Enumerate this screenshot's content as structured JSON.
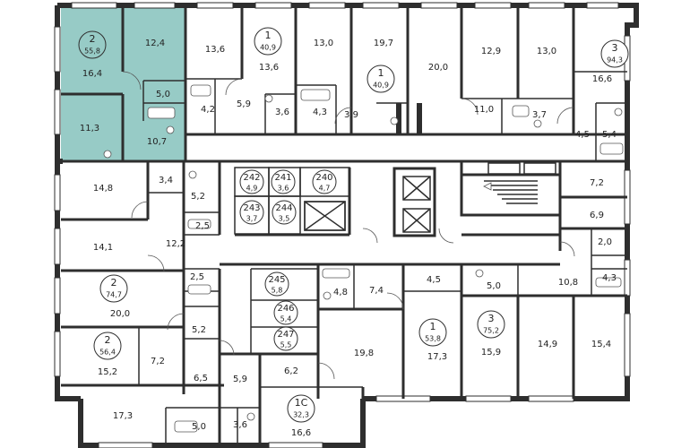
{
  "plan": {
    "highlight_color": "#97cbc6",
    "apartments": [
      {
        "id": "apt-2-top-left",
        "rooms": "2",
        "area": "55,8",
        "highlighted": true
      },
      {
        "id": "apt-1-top-a",
        "rooms": "1",
        "area": "40,9"
      },
      {
        "id": "apt-1-top-b",
        "rooms": "1",
        "area": "40,9"
      },
      {
        "id": "apt-3-top-right",
        "rooms": "3",
        "area": "94,3"
      },
      {
        "id": "apt-2-left-mid",
        "rooms": "2",
        "area": "74,7"
      },
      {
        "id": "apt-2-left-low",
        "rooms": "2",
        "area": "56,4"
      },
      {
        "id": "apt-1-bottom",
        "rooms": "1",
        "area": "53,8"
      },
      {
        "id": "apt-3-bottom",
        "rooms": "3",
        "area": "75,2"
      },
      {
        "id": "apt-1c-bottom",
        "rooms": "1С",
        "area": "32,3"
      }
    ],
    "storage_units": [
      {
        "number": "242",
        "area": "4,9"
      },
      {
        "number": "241",
        "area": "3,6"
      },
      {
        "number": "240",
        "area": "4,7"
      },
      {
        "number": "243",
        "area": "3,7"
      },
      {
        "number": "244",
        "area": "3,5"
      },
      {
        "number": "245",
        "area": "5,8"
      },
      {
        "number": "246",
        "area": "5,4"
      },
      {
        "number": "247",
        "area": "5,5"
      }
    ],
    "room_areas": {
      "hl_16_4": "16,4",
      "hl_12_4": "12,4",
      "hl_5_0": "5,0",
      "hl_11_3": "11,3",
      "hl_10_7": "10,7",
      "r_13_6a": "13,6",
      "r_4_2": "4,2",
      "r_5_9a": "5,9",
      "r_13_6b": "13,6",
      "r_3_6a": "3,6",
      "r_13_0a": "13,0",
      "r_4_3a": "4,3",
      "r_3_9": "3,9",
      "r_19_7": "19,7",
      "r_20_0a": "20,0",
      "r_12_9": "12,9",
      "r_11_0": "11,0",
      "r_13_0b": "13,0",
      "r_3_7": "3,7",
      "r_16_6a": "16,6",
      "r_4_5a": "4,5",
      "r_5_4": "5,4",
      "r_7_2a": "7,2",
      "r_6_9": "6,9",
      "r_2_0": "2,0",
      "r_10_8": "10,8",
      "r_4_3b": "4,3",
      "r_14_8": "14,8",
      "r_3_4": "3,4",
      "r_5_2a": "5,2",
      "r_2_5a": "2,5",
      "r_14_1": "14,1",
      "r_12_2": "12,2",
      "r_2_5b": "2,5",
      "r_20_0b": "20,0",
      "r_5_2b": "5,2",
      "r_15_2": "15,2",
      "r_7_2b": "7,2",
      "r_6_5": "6,5",
      "r_17_3a": "17,3",
      "r_5_0": "5,0",
      "r_3_6b": "3,6",
      "r_5_9b": "5,9",
      "r_6_2": "6,2",
      "r_16_6b": "16,6",
      "r_4_8": "4,8",
      "r_7_4": "7,4",
      "r_4_5b": "4,5",
      "r_5_0b": "5,0",
      "r_19_8": "19,8",
      "r_17_3b": "17,3",
      "r_15_9": "15,9",
      "r_14_9": "14,9",
      "r_15_4": "15,4"
    }
  }
}
